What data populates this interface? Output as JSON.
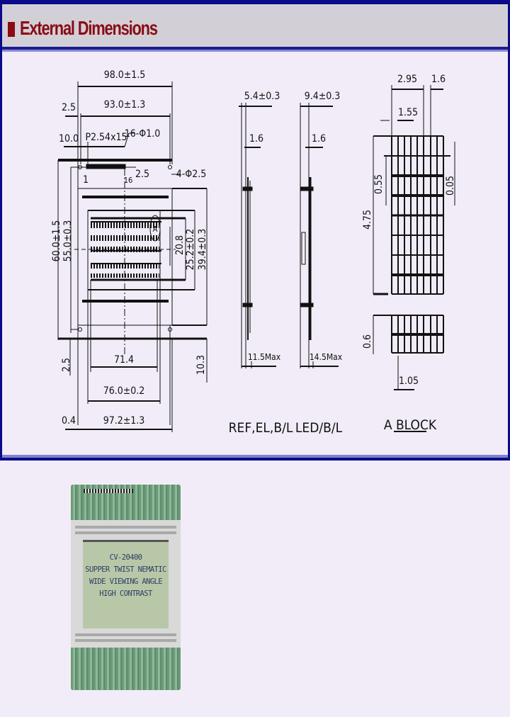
{
  "header": {
    "title": "External Dimensions",
    "marker_color": "#8b0c14"
  },
  "colors": {
    "frame": "#0a0a8a",
    "background": "#f1ecf7",
    "title": "#8b0c14"
  },
  "front_view": {
    "dims": {
      "overall_width": "98.0±1.5",
      "pcb_width": "93.0±1.3",
      "left_offset": "2.5",
      "pin_offset": "10.0",
      "pin_pitch": "P2.54x15",
      "pin_holes": "16-Φ1.0",
      "pin1_label": "1",
      "pin16_label": "16",
      "pin_pad": "2.5",
      "mount_holes": "4-Φ2.5",
      "overall_height": "60.0±1.5",
      "pcb_height": "55.0±0.3",
      "char_area_height": "20.8",
      "view_area_height": "25.2±0.2",
      "bezel_height": "39.4±0.3",
      "bottom_offset": "2.5",
      "right_offset": "10.3",
      "char_area_width": "71.4",
      "view_area_width": "76.0±0.2",
      "bezel_width": "97.2±1.3",
      "left_bottom_offset": "0.4",
      "detail_marker": "A"
    }
  },
  "side_views": [
    {
      "caption": "REF,EL,B/L",
      "thickness": "5.4±0.3",
      "pcb": "1.6",
      "max": "11.5Max"
    },
    {
      "caption": "LED/B/L",
      "thickness": "9.4±0.3",
      "pcb": "1.6",
      "max": "14.5Max"
    }
  ],
  "block_detail": {
    "caption": "A BLOCK",
    "char_width": "2.95",
    "pitch": "1.6",
    "dot_width": "1.55",
    "dot_height": "0.55",
    "char_height": "4.75",
    "row_pitch": "0.05",
    "underline_height": "0.6",
    "underline_gap": "1.05"
  },
  "photo": {
    "lcd_lines": [
      "CV-20400",
      "SUPPER TWIST NEMATIC",
      "WIDE VIEWING ANGLE",
      "HIGH CONTRAST"
    ]
  }
}
